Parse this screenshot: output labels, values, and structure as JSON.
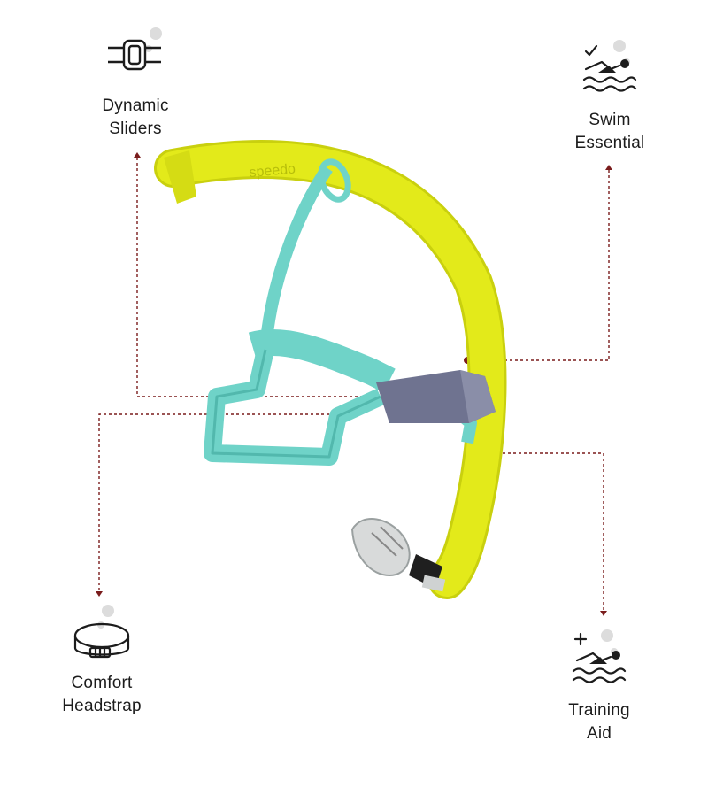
{
  "brand": {
    "logo_text": "speedo"
  },
  "features": [
    {
      "line1": "Dynamic",
      "line2": "Sliders",
      "icon": "slider-icon"
    },
    {
      "line1": "Swim",
      "line2": "Essential",
      "icon": "swimmer-check-icon"
    },
    {
      "line1": "Comfort",
      "line2": "Headstrap",
      "icon": "headstrap-icon"
    },
    {
      "line1": "Training",
      "line2": "Aid",
      "icon": "swimmer-plus-icon"
    }
  ],
  "colors": {
    "tube": "#e3ea1a",
    "tube_shade": "#c9d00e",
    "strap": "#6fd3c8",
    "strap_shade": "#52b8ad",
    "bracket": "#6f7390",
    "leader": "#7a1c1c",
    "bubble": "#d9d9d9"
  }
}
